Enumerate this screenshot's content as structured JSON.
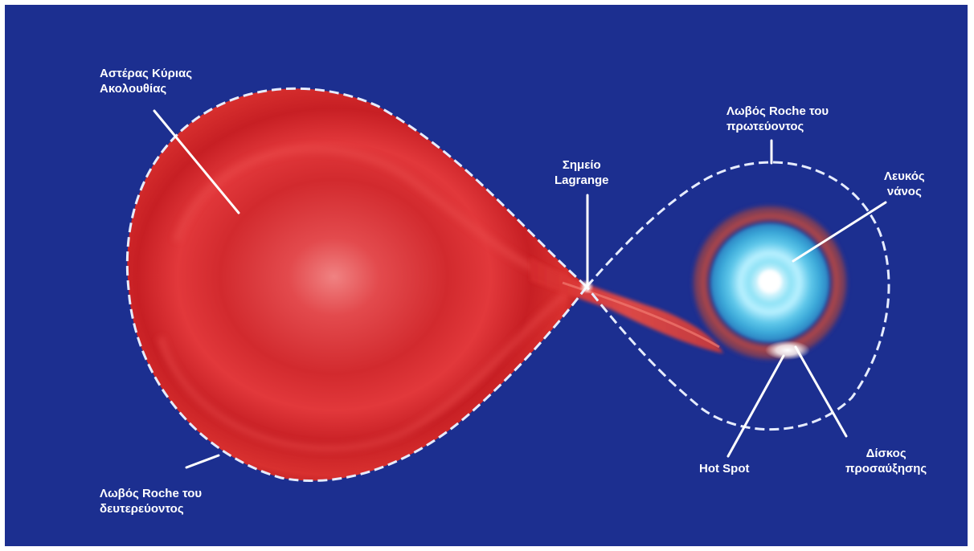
{
  "colors": {
    "background": "#1a2d8c",
    "frame": "#ffffff",
    "star": "#d8262a",
    "star_core": "#ee6f6f",
    "white_dwarf": "#7fd9f2",
    "halo": "#c0412a",
    "roche_line": "#e6ecff",
    "leader_line": "#ffffff",
    "label": "#ffffff"
  },
  "labels": {
    "main_sequence_star": [
      "Αστέρας Κύριας",
      "Ακολουθίας"
    ],
    "secondary_roche_lobe": [
      "Λωβός Roche του",
      "δευτερεύοντος"
    ],
    "lagrange_point": [
      "Σημείο",
      "Lagrange"
    ],
    "primary_roche_lobe": [
      "Λωβός Roche του",
      "πρωτεύοντος"
    ],
    "white_dwarf": [
      "Λευκός",
      "νάνος"
    ],
    "hot_spot": "Hot Spot",
    "accretion_disk": [
      "Δίσκος",
      "προσαύξησης"
    ]
  }
}
